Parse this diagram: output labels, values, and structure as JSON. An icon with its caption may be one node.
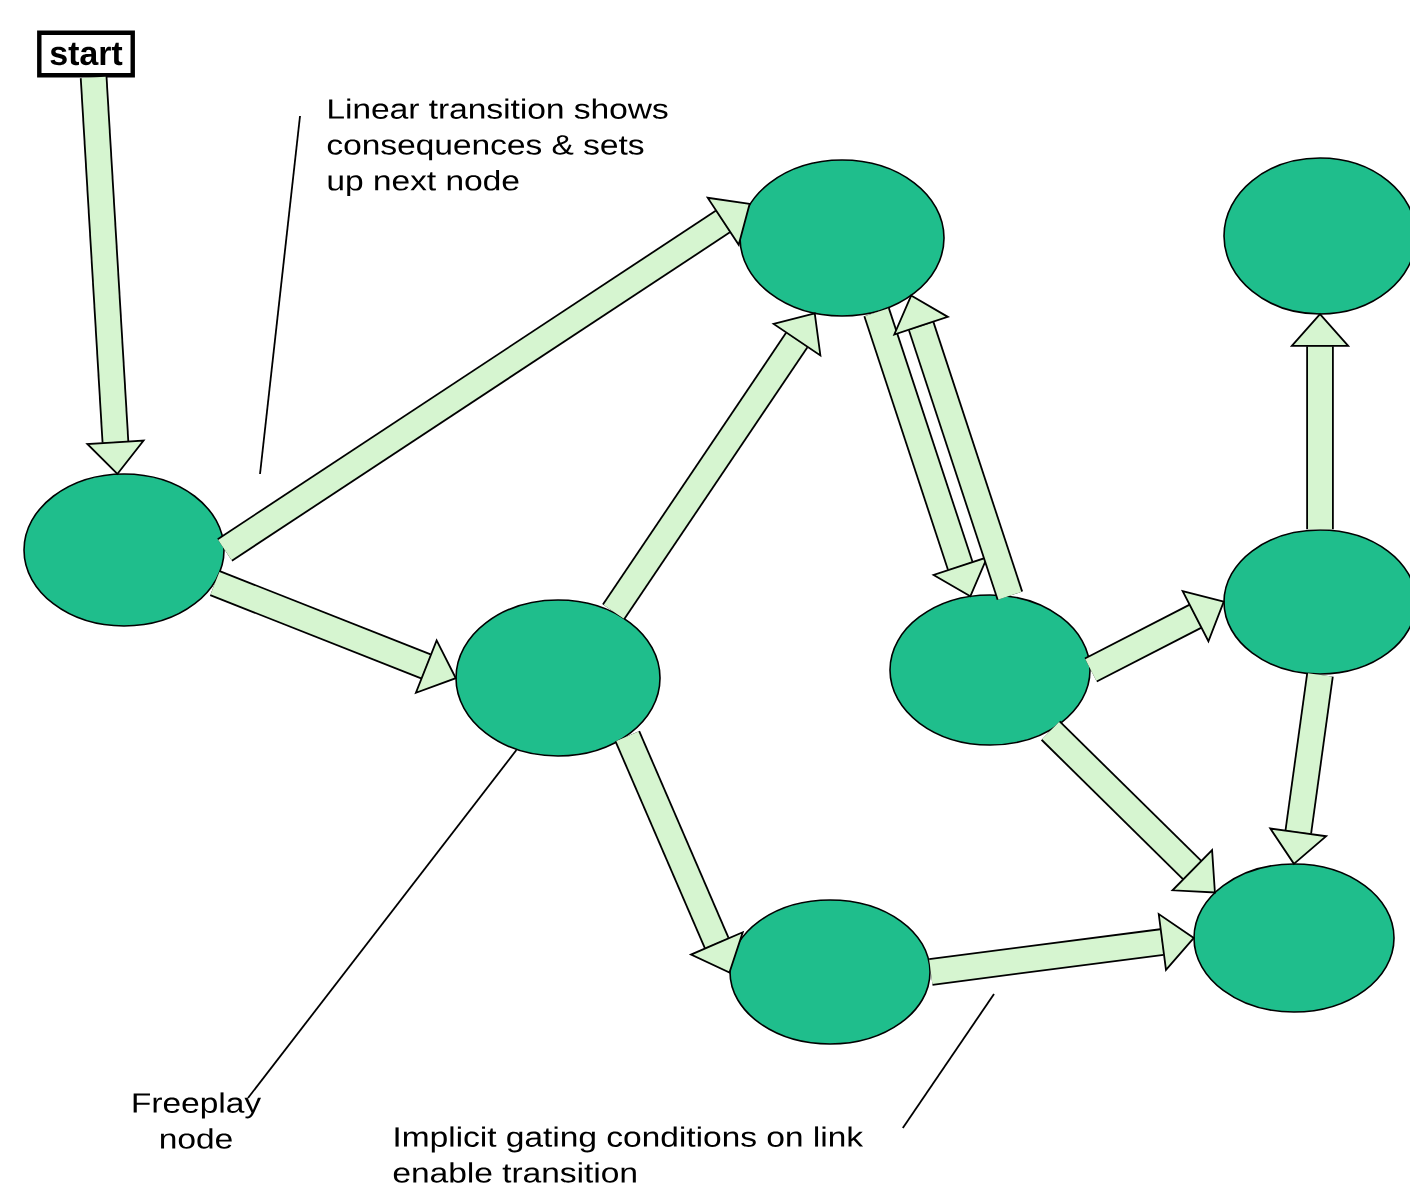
{
  "diagram": {
    "nodes": [
      {
        "text": [
          "start"
        ]
      },
      {
        "text": [],
        "shape": "ellipse"
      },
      {
        "text": [],
        "shape": "ellipse"
      },
      {
        "text": [],
        "shape": "ellipse"
      },
      {
        "text": [],
        "shape": "ellipse"
      },
      {
        "text": [],
        "shape": "ellipse"
      },
      {
        "text": [],
        "shape": "ellipse"
      },
      {
        "text": [],
        "shape": "ellipse"
      },
      {
        "text": [],
        "shape": "ellipse"
      },
      {
        "text": [
          "Linear transition shows consequences & sets up next node"
        ]
      },
      {
        "text": [
          "Freeplay node"
        ]
      },
      {
        "text": [
          "Implicit gating conditions on link enable transition"
        ]
      }
    ],
    "edges": [
      {
        "from": 0,
        "to": 1,
        "arrow": "to"
      },
      {
        "from": 1,
        "to": 2,
        "arrow": "to"
      },
      {
        "from": 1,
        "to": 3,
        "arrow": "to"
      },
      {
        "from": 3,
        "to": 2,
        "arrow": "to"
      },
      {
        "from": 2,
        "to": 4,
        "arrow": "to"
      },
      {
        "from": 4,
        "to": 2,
        "arrow": "to"
      },
      {
        "from": 4,
        "to": 6,
        "arrow": "to"
      },
      {
        "from": 4,
        "to": 8,
        "arrow": "to"
      },
      {
        "from": 6,
        "to": 5,
        "arrow": "to"
      },
      {
        "from": 6,
        "to": 8,
        "arrow": "to"
      },
      {
        "from": 3,
        "to": 7,
        "arrow": "to"
      },
      {
        "from": 7,
        "to": 8,
        "arrow": "to"
      },
      {
        "from": 9,
        "to": null,
        "arrow": "none"
      },
      {
        "from": 10,
        "to": 3,
        "arrow": "none"
      },
      {
        "from": 11,
        "to": null,
        "arrow": "none"
      }
    ]
  }
}
